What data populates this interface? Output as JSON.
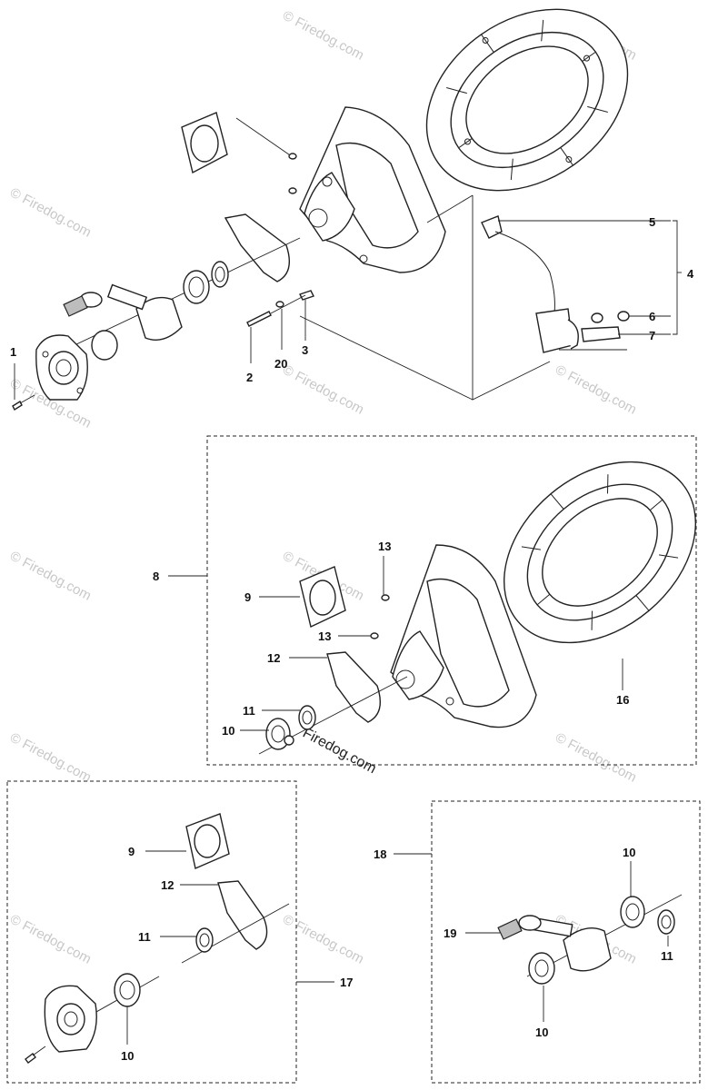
{
  "callouts": {
    "c1": "1",
    "c2": "2",
    "c20": "20",
    "c3": "3",
    "c4": "4",
    "c5": "5",
    "c6": "6",
    "c7": "7",
    "c8": "8",
    "c9a": "9",
    "c13a": "13",
    "c13b": "13",
    "c12a": "12",
    "c11a": "11",
    "c10a": "10",
    "c16": "16",
    "c9b": "9",
    "c12b": "12",
    "c11b": "11",
    "c17": "17",
    "c10b": "10",
    "c18": "18",
    "c10c": "10",
    "c19": "19",
    "c11c": "11",
    "c10d": "10"
  },
  "watermark": {
    "text": "© Firedog.com",
    "center_text": "Firedog.com"
  }
}
